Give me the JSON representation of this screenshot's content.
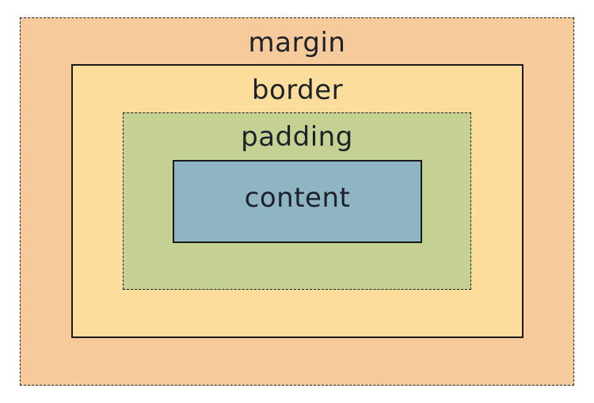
{
  "diagram": {
    "layers": {
      "margin": {
        "label": "margin",
        "fill": "#f7ca9c",
        "border_style": "dashed"
      },
      "border": {
        "label": "border",
        "fill": "#fcdd9c",
        "border_style": "solid"
      },
      "padding": {
        "label": "padding",
        "fill": "#c5d192",
        "border_style": "dashed"
      },
      "content": {
        "label": "content",
        "fill": "#8fb4c3",
        "border_style": "solid"
      }
    }
  }
}
